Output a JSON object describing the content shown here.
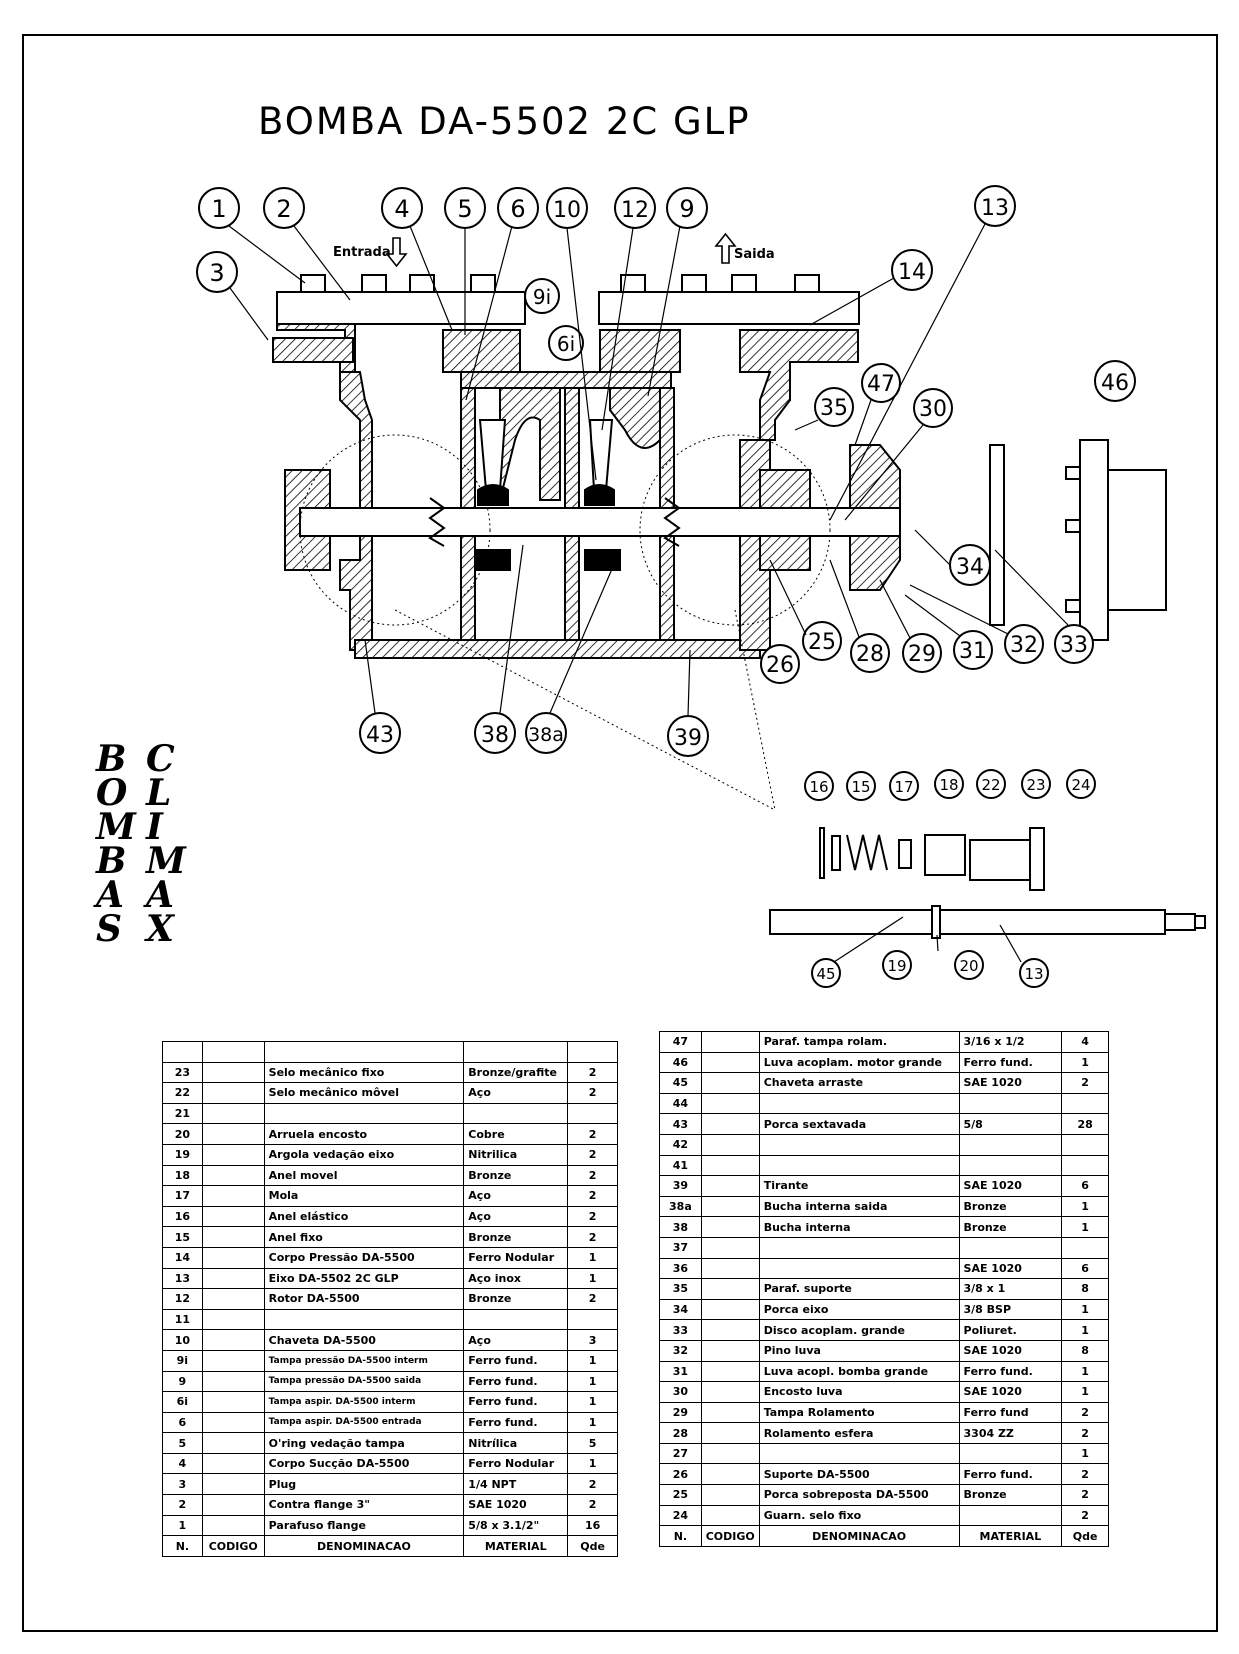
{
  "title": "BOMBA  DA-5502 2C GLP",
  "flow_labels": {
    "inlet": "Entrada",
    "outlet": "Saida"
  },
  "brand": {
    "col1": [
      "B",
      "O",
      "M",
      "B",
      "A",
      "S"
    ],
    "col2": [
      "C",
      "L",
      "I",
      "M",
      "A",
      "X"
    ]
  },
  "balloons": [
    {
      "id": "b1",
      "label": "1"
    },
    {
      "id": "b2",
      "label": "2"
    },
    {
      "id": "b3",
      "label": "3"
    },
    {
      "id": "b4",
      "label": "4"
    },
    {
      "id": "b5",
      "label": "5"
    },
    {
      "id": "b6",
      "label": "6"
    },
    {
      "id": "b10",
      "label": "10"
    },
    {
      "id": "b12",
      "label": "12"
    },
    {
      "id": "b9",
      "label": "9"
    },
    {
      "id": "b13",
      "label": "13"
    },
    {
      "id": "b14",
      "label": "14"
    },
    {
      "id": "b9i",
      "label": "9i"
    },
    {
      "id": "b6i",
      "label": "6i"
    },
    {
      "id": "b47",
      "label": "47"
    },
    {
      "id": "b30",
      "label": "30"
    },
    {
      "id": "b35",
      "label": "35"
    },
    {
      "id": "b46",
      "label": "46"
    },
    {
      "id": "b34",
      "label": "34"
    },
    {
      "id": "b25",
      "label": "25"
    },
    {
      "id": "b26",
      "label": "26"
    },
    {
      "id": "b28",
      "label": "28"
    },
    {
      "id": "b29",
      "label": "29"
    },
    {
      "id": "b31",
      "label": "31"
    },
    {
      "id": "b32",
      "label": "32"
    },
    {
      "id": "b33",
      "label": "33"
    },
    {
      "id": "b43",
      "label": "43"
    },
    {
      "id": "b38",
      "label": "38"
    },
    {
      "id": "b38a",
      "label": "38a"
    },
    {
      "id": "b39",
      "label": "39"
    },
    {
      "id": "b16",
      "label": "16"
    },
    {
      "id": "b15",
      "label": "15"
    },
    {
      "id": "b17",
      "label": "17"
    },
    {
      "id": "b18",
      "label": "18"
    },
    {
      "id": "b22",
      "label": "22"
    },
    {
      "id": "b23",
      "label": "23"
    },
    {
      "id": "b24",
      "label": "24"
    },
    {
      "id": "b45",
      "label": "45"
    },
    {
      "id": "b19",
      "label": "19"
    },
    {
      "id": "b20",
      "label": "20"
    },
    {
      "id": "b13b",
      "label": "13"
    }
  ],
  "table_headers": {
    "n": "N.",
    "codigo": "CODIGO",
    "denominacao": "DENOMINACAO",
    "material": "MATERIAL",
    "qde": "Qde"
  },
  "parts_left": [
    {
      "n": "",
      "desc": "",
      "material": "",
      "qty": ""
    },
    {
      "n": "23",
      "desc": "Selo mecânico fixo",
      "material": "Bronze/grafite",
      "qty": "2"
    },
    {
      "n": "22",
      "desc": "Selo mecânico môvel",
      "material": "Aço",
      "qty": "2"
    },
    {
      "n": "21",
      "desc": "",
      "material": "",
      "qty": ""
    },
    {
      "n": "20",
      "desc": "Arruela encosto",
      "material": "Cobre",
      "qty": "2"
    },
    {
      "n": "19",
      "desc": "Argola vedação eixo",
      "material": "Nitrilica",
      "qty": "2"
    },
    {
      "n": "18",
      "desc": "Anel movel",
      "material": "Bronze",
      "qty": "2"
    },
    {
      "n": "17",
      "desc": "Mola",
      "material": "Aço",
      "qty": "2"
    },
    {
      "n": "16",
      "desc": "Anel elástico",
      "material": "Aço",
      "qty": "2"
    },
    {
      "n": "15",
      "desc": "Anel fixo",
      "material": "Bronze",
      "qty": "2"
    },
    {
      "n": "14",
      "desc": "Corpo Pressão DA-5500",
      "material": "Ferro Nodular",
      "qty": "1"
    },
    {
      "n": "13",
      "desc": "Eixo DA-5502 2C GLP",
      "material": "Aço inox",
      "qty": "1"
    },
    {
      "n": "12",
      "desc": "Rotor DA-5500",
      "material": "Bronze",
      "qty": "2"
    },
    {
      "n": "11",
      "desc": "",
      "material": "",
      "qty": ""
    },
    {
      "n": "10",
      "desc": "Chaveta DA-5500",
      "material": "Aço",
      "qty": "3"
    },
    {
      "n": "9i",
      "desc": "Tampa pressão DA-5500 interm",
      "material": "Ferro fund.",
      "qty": "1"
    },
    {
      "n": "9",
      "desc": "Tampa pressão DA-5500 saida",
      "material": "Ferro fund.",
      "qty": "1"
    },
    {
      "n": "6i",
      "desc": "Tampa aspir. DA-5500 interm",
      "material": "Ferro fund.",
      "qty": "1"
    },
    {
      "n": "6",
      "desc": "Tampa aspir. DA-5500 entrada",
      "material": "Ferro fund.",
      "qty": "1"
    },
    {
      "n": "5",
      "desc": "O'ring vedação tampa",
      "material": "Nitrílica",
      "qty": "5"
    },
    {
      "n": "4",
      "desc": "Corpo Sucção DA-5500",
      "material": "Ferro Nodular",
      "qty": "1"
    },
    {
      "n": "3",
      "desc": "Plug",
      "material": "1/4 NPT",
      "qty": "2"
    },
    {
      "n": "2",
      "desc": "Contra flange 3\"",
      "material": "SAE 1020",
      "qty": "2"
    },
    {
      "n": "1",
      "desc": "Parafuso flange",
      "material": "5/8 x 3.1/2\"",
      "qty": "16"
    }
  ],
  "parts_right": [
    {
      "n": "47",
      "desc": "Paraf. tampa rolam.",
      "material": "3/16 x 1/2",
      "qty": "4"
    },
    {
      "n": "46",
      "desc": "Luva acoplam. motor grande",
      "material": "Ferro fund.",
      "qty": "1"
    },
    {
      "n": "45",
      "desc": "Chaveta arraste",
      "material": "SAE 1020",
      "qty": "2"
    },
    {
      "n": "44",
      "desc": "",
      "material": "",
      "qty": ""
    },
    {
      "n": "43",
      "desc": "Porca sextavada",
      "material": "5/8",
      "qty": "28"
    },
    {
      "n": "42",
      "desc": "",
      "material": "",
      "qty": ""
    },
    {
      "n": "41",
      "desc": "",
      "material": "",
      "qty": ""
    },
    {
      "n": "39",
      "desc": "Tirante",
      "material": "SAE 1020",
      "qty": "6"
    },
    {
      "n": "38a",
      "desc": "Bucha interna saida",
      "material": "Bronze",
      "qty": "1"
    },
    {
      "n": "38",
      "desc": "Bucha interna",
      "material": "Bronze",
      "qty": "1"
    },
    {
      "n": "37",
      "desc": "",
      "material": "",
      "qty": ""
    },
    {
      "n": "36",
      "desc": "",
      "material": "SAE 1020",
      "qty": "6"
    },
    {
      "n": "35",
      "desc": "Paraf. suporte",
      "material": "3/8 x 1",
      "qty": "8"
    },
    {
      "n": "34",
      "desc": "Porca eixo",
      "material": "3/8 BSP",
      "qty": "1"
    },
    {
      "n": "33",
      "desc": "Disco acoplam. grande",
      "material": "Poliuret.",
      "qty": "1"
    },
    {
      "n": "32",
      "desc": "Pino luva",
      "material": "SAE 1020",
      "qty": "8"
    },
    {
      "n": "31",
      "desc": "Luva acopl. bomba grande",
      "material": "Ferro fund.",
      "qty": "1"
    },
    {
      "n": "30",
      "desc": "Encosto luva",
      "material": "SAE 1020",
      "qty": "1"
    },
    {
      "n": "29",
      "desc": "Tampa Rolamento",
      "material": "Ferro fund",
      "qty": "2"
    },
    {
      "n": "28",
      "desc": "Rolamento esfera",
      "material": "3304 ZZ",
      "qty": "2"
    },
    {
      "n": "27",
      "desc": "",
      "material": "",
      "qty": "1"
    },
    {
      "n": "26",
      "desc": "Suporte DA-5500",
      "material": "Ferro fund.",
      "qty": "2"
    },
    {
      "n": "25",
      "desc": "Porca sobreposta DA-5500",
      "material": "Bronze",
      "qty": "2"
    },
    {
      "n": "24",
      "desc": "Guarn. selo fixo",
      "material": "",
      "qty": "2"
    }
  ]
}
